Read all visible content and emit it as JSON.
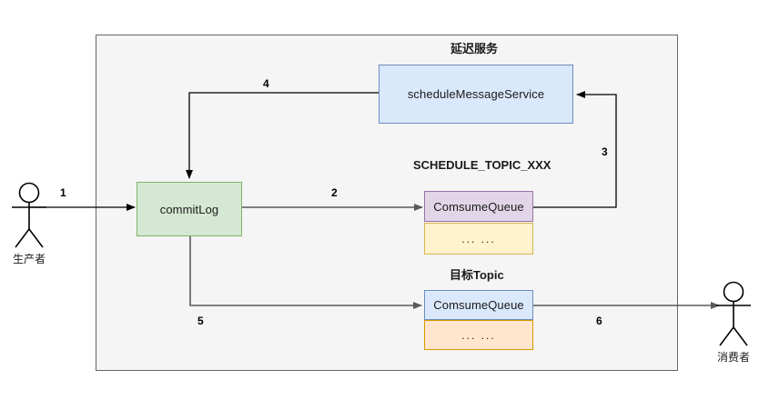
{
  "diagram": {
    "title_absent": "",
    "container": {
      "label": ""
    },
    "nodes": {
      "commit_log": "commitLog",
      "schedule_message_service": "scheduleMessageService",
      "schedule_consume_queue": "ComsumeQueue",
      "schedule_ellipsis": "... ...",
      "target_consume_queue": "ComsumeQueue",
      "target_ellipsis": "... ..."
    },
    "captions": {
      "delay_service": "延迟服务",
      "schedule_topic": "SCHEDULE_TOPIC_XXX",
      "target_topic": "目标Topic"
    },
    "actors": {
      "producer": "生产者",
      "consumer": "消费者"
    },
    "edge_labels": {
      "e1": "1",
      "e2": "2",
      "e3": "3",
      "e4": "4",
      "e5": "5",
      "e6": "6"
    },
    "colors": {
      "green_fill": "#d5e8d4",
      "green_stroke": "#82b366",
      "blue_fill": "#dae8fc",
      "blue_stroke": "#6c8ebf",
      "purple_fill": "#e1d5e7",
      "purple_stroke": "#9673a6",
      "yellow_fill": "#fff2cc",
      "yellow_stroke": "#d6b656",
      "orange_fill": "#ffe6cc",
      "orange_stroke": "#d79b00",
      "container_fill": "#f5f5f5",
      "container_stroke": "#666666",
      "edge_stroke": "#000000",
      "edge_stroke_gray": "#595959"
    }
  }
}
